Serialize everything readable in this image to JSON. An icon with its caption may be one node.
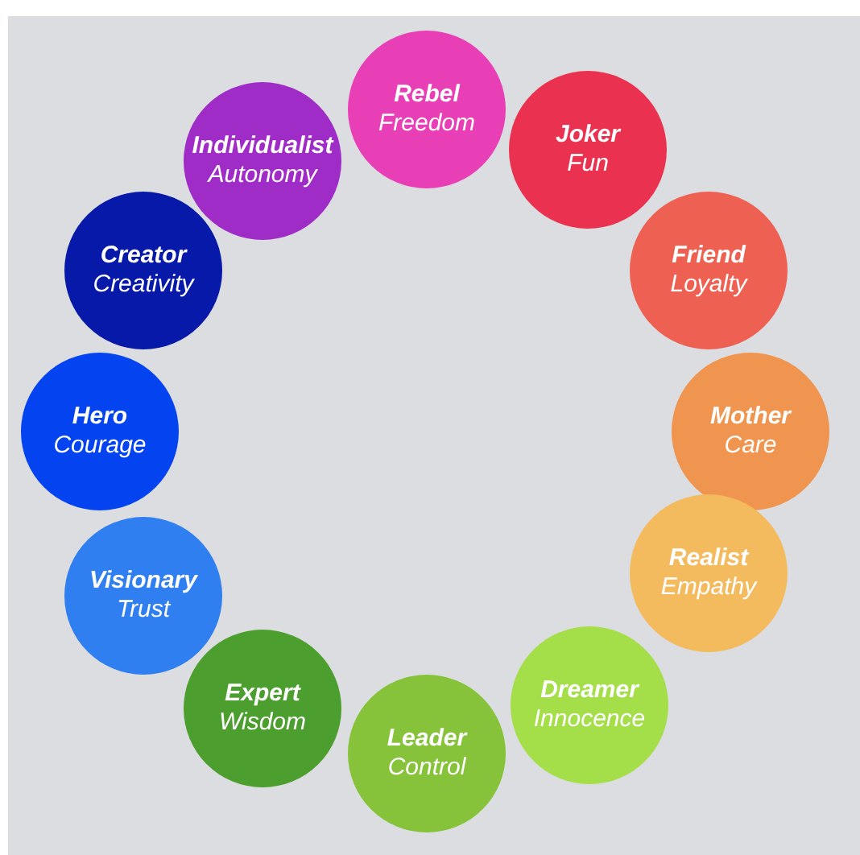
{
  "diagram": {
    "nodes": [
      {
        "text": [
          "Rebel",
          "Freedom"
        ]
      },
      {
        "text": [
          "Joker",
          "Fun"
        ]
      },
      {
        "text": [
          "Friend",
          "Loyalty"
        ]
      },
      {
        "text": [
          "Mother",
          "Care"
        ]
      },
      {
        "text": [
          "Realist",
          "Empathy"
        ]
      },
      {
        "text": [
          "Dreamer",
          "Innocence"
        ]
      },
      {
        "text": [
          "Leader",
          "Control"
        ]
      },
      {
        "text": [
          "Expert",
          "Wisdom"
        ]
      },
      {
        "text": [
          "Visionary",
          "Trust"
        ]
      },
      {
        "text": [
          "Hero",
          "Courage"
        ]
      },
      {
        "text": [
          "Creator",
          "Creativity"
        ]
      },
      {
        "text": [
          "Individualist",
          "Autonomy"
        ]
      }
    ]
  }
}
